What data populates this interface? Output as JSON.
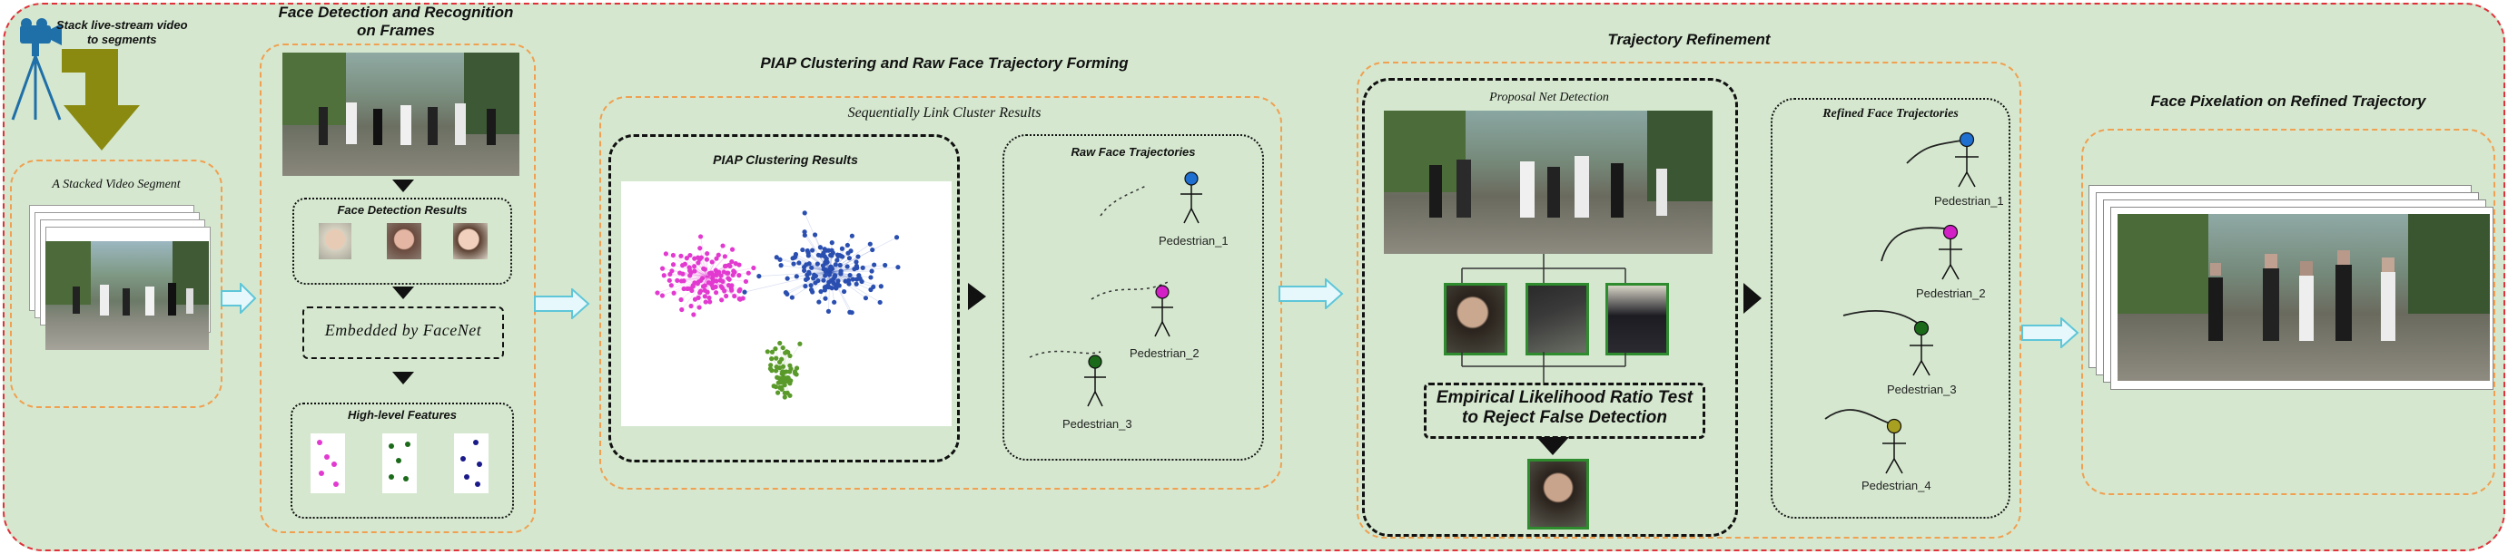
{
  "camera": {
    "label_line1": "Stack live-stream video",
    "label_line2": "to segments"
  },
  "segment": {
    "title": "A Stacked Video Segment"
  },
  "detection": {
    "title_line1": "Face Detection and Recognition",
    "title_line2": "on Frames",
    "face_results_title": "Face Detection Results",
    "embedded_label": "Embedded by FaceNet",
    "features_title": "High-level Features"
  },
  "clustering": {
    "section_title": "PIAP Clustering and Raw Face Trajectory Forming",
    "link_title": "Sequentially Link Cluster Results",
    "results_title": "PIAP Clustering Results",
    "raw_title": "Raw Face Trajectories",
    "pedestrians": [
      "Pedestrian_1",
      "Pedestrian_2",
      "Pedestrian_3"
    ]
  },
  "refinement": {
    "section_title": "Trajectory Refinement",
    "proposal_title": "Proposal Net Detection",
    "test_line1": "Empirical Likelihood Ratio Test",
    "test_line2": "to Reject False Detection",
    "refined_title": "Refined Face Trajectories",
    "pedestrians": [
      "Pedestrian_1",
      "Pedestrian_2",
      "Pedestrian_3",
      "Pedestrian_4"
    ]
  },
  "pixelation": {
    "section_title": "Face Pixelation on Refined Trajectory"
  },
  "colors": {
    "cluster_magenta": "#e23ad0",
    "cluster_blue": "#2a4fb0",
    "cluster_green": "#5a9a2a",
    "ped1": "#1f6fd0",
    "ped2": "#d21fc6",
    "ped3": "#1a6a1a",
    "ped4": "#a8a020"
  }
}
